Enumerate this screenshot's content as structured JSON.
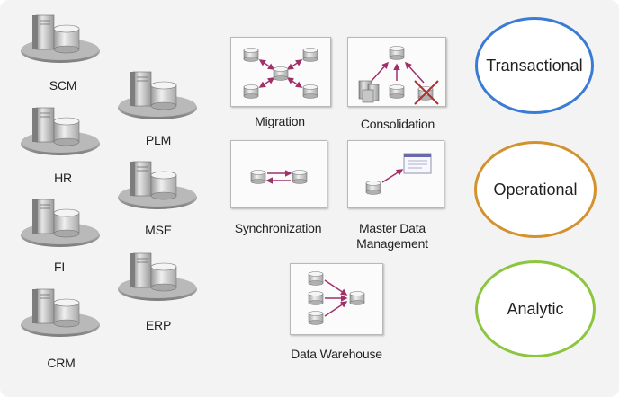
{
  "systems": {
    "scm": "SCM",
    "hr": "HR",
    "fi": "FI",
    "crm": "CRM",
    "plm": "PLM",
    "mse": "MSE",
    "erp": "ERP"
  },
  "patterns": {
    "migration": "Migration",
    "consolidation": "Consolidation",
    "synchronization": "Synchronization",
    "mdm_line1": "Master Data",
    "mdm_line2": "Management",
    "data_warehouse": "Data Warehouse"
  },
  "categories": {
    "transactional": {
      "label": "Transactional",
      "color": "#3a7bd5"
    },
    "operational": {
      "label": "Operational",
      "color": "#d4922e"
    },
    "analytic": {
      "label": "Analytic",
      "color": "#8cc63f"
    }
  },
  "colors": {
    "arrow": "#a0306a",
    "cross": "#b03030",
    "disk": "#9a9a9a",
    "server": "#bdbdbd"
  }
}
